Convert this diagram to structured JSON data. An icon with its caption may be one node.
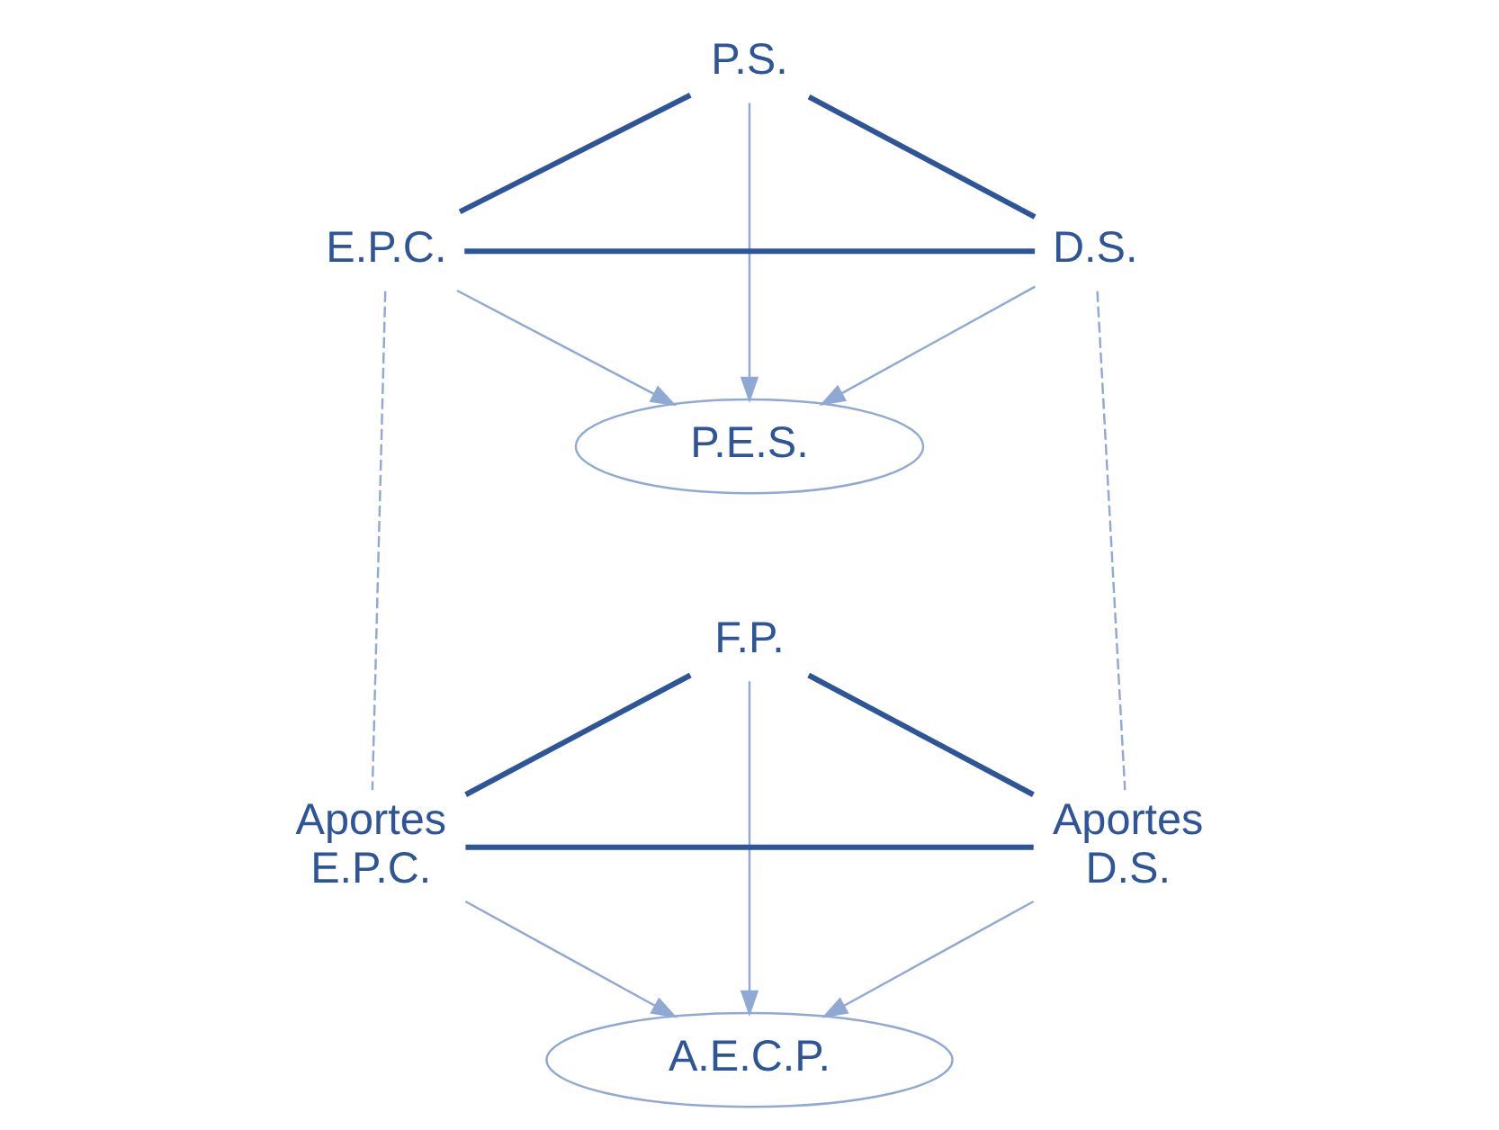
{
  "diagram": {
    "nodes": [
      {
        "text": [
          "P.S."
        ]
      },
      {
        "text": [
          "P.E.S."
        ]
      },
      {
        "text": [
          "E.P.C."
        ]
      },
      {
        "text": [
          "D.S."
        ]
      },
      {
        "text": [
          "F.P."
        ]
      },
      {
        "text": [
          "A.E.C.P."
        ]
      },
      {
        "text": [
          "Aportes E.P.C."
        ]
      },
      {
        "text": [
          "Aportes D.S."
        ]
      }
    ],
    "edges": [
      {
        "from": 0,
        "to": 2,
        "arrow": "none",
        "style": "thick",
        "color": "#2e5597"
      },
      {
        "from": 0,
        "to": 3,
        "arrow": "none",
        "style": "thick",
        "color": "#2e5597"
      },
      {
        "from": 2,
        "to": 3,
        "arrow": "none",
        "style": "thick",
        "color": "#2e5597"
      },
      {
        "from": 0,
        "to": 1,
        "arrow": "to"
      },
      {
        "from": 2,
        "to": 1,
        "arrow": "to"
      },
      {
        "from": 3,
        "to": 1,
        "arrow": "to"
      },
      {
        "from": 2,
        "to": 6,
        "arrow": "none",
        "style": "dashed"
      },
      {
        "from": 3,
        "to": 7,
        "arrow": "none",
        "style": "dashed"
      },
      {
        "from": 4,
        "to": 6,
        "arrow": "none",
        "style": "thick",
        "color": "#2e5597"
      },
      {
        "from": 4,
        "to": 7,
        "arrow": "none",
        "style": "thick",
        "color": "#2e5597"
      },
      {
        "from": 6,
        "to": 7,
        "arrow": "none",
        "style": "thick",
        "color": "#2e5597"
      },
      {
        "from": 4,
        "to": 5,
        "arrow": "to"
      },
      {
        "from": 6,
        "to": 5,
        "arrow": "to"
      },
      {
        "from": 7,
        "to": 5,
        "arrow": "to"
      }
    ]
  }
}
